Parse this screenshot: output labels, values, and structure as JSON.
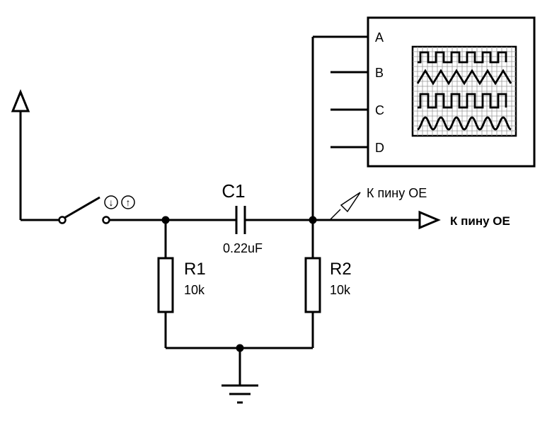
{
  "capacitor": {
    "ref": "C1",
    "value": "0.22uF"
  },
  "resistor1": {
    "ref": "R1",
    "value": "10k"
  },
  "resistor2": {
    "ref": "R2",
    "value": "10k"
  },
  "switch_icons": {
    "down": "↓",
    "up": "↑"
  },
  "probe": {
    "label": "К пину ОЕ"
  },
  "output_terminal": {
    "label": "К пину ОЕ"
  },
  "oscilloscope": {
    "channels": [
      "A",
      "B",
      "C",
      "D"
    ],
    "traces": [
      "square",
      "triangle",
      "square",
      "sine"
    ]
  },
  "icons": {
    "supply": "power-terminal-icon",
    "ground": "ground-icon",
    "switch": "spst-switch-icon",
    "output": "output-terminal-icon",
    "probe": "voltage-probe-icon"
  }
}
